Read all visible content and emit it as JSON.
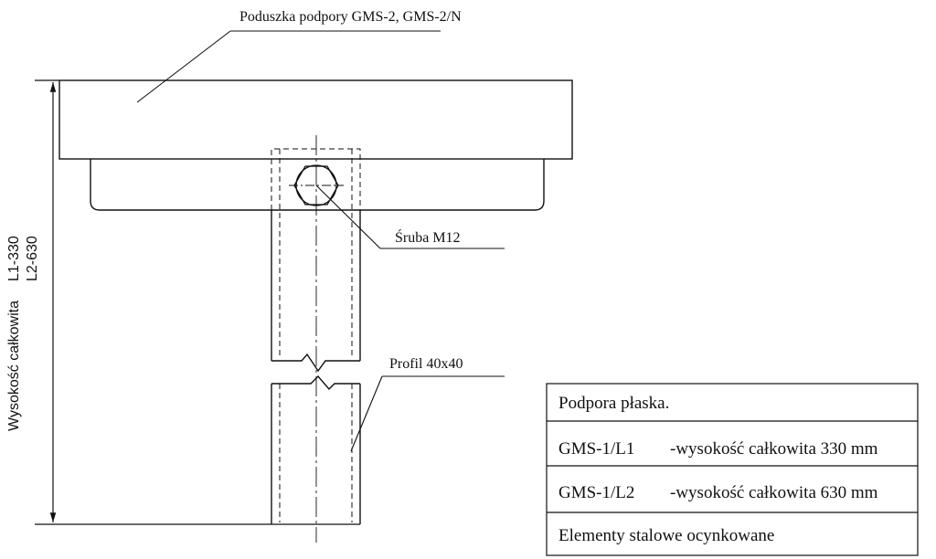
{
  "labels": {
    "pad": "Poduszka podpory GMS-2, GMS-2/N",
    "bolt": "Śruba M12",
    "profile": "Profil 40x40"
  },
  "dimension": {
    "title": "Wysokość całkowita",
    "l1": "L1-330",
    "l2": "L2-630"
  },
  "spec_table": {
    "title": "Podpora płaska.",
    "rows": [
      {
        "code": "GMS-1/L1",
        "desc": "-wysokość całkowita 330 mm"
      },
      {
        "code": "GMS-1/L2",
        "desc": "-wysokość całkowita 630 mm"
      }
    ],
    "footer": "Elementy stalowe ocynkowane"
  },
  "colors": {
    "ink": "#111111",
    "background": "#ffffff"
  }
}
